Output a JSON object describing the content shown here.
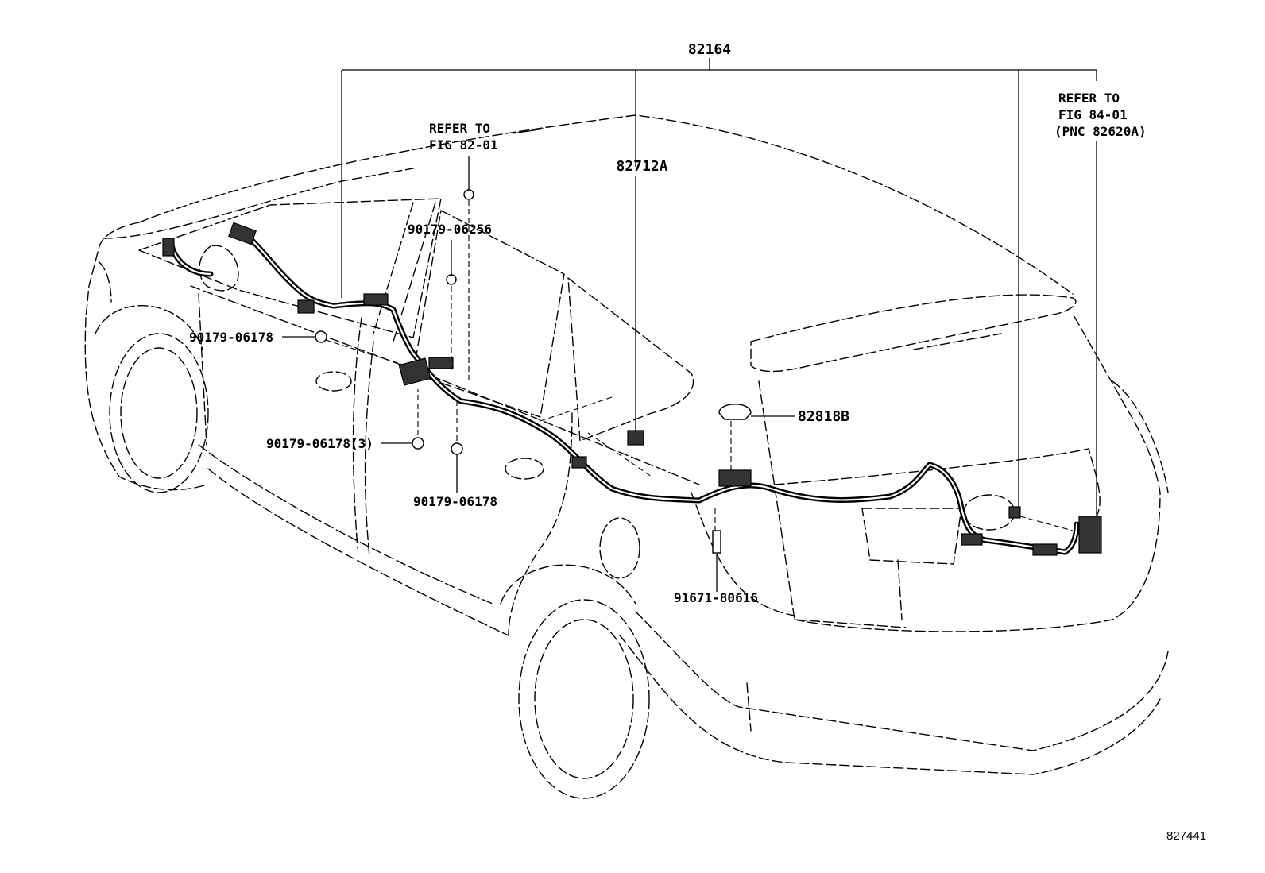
{
  "labels": {
    "harness_main": "82164",
    "refer_82_line1": "REFER TO",
    "refer_82_line2": "FIG 82-01",
    "refer_84_line1": "REFER TO",
    "refer_84_line2": "FIG 84-01",
    "refer_84_line3": "(PNC 82620A)",
    "clamp_82712a": "82712A",
    "clip_90179_06256": "90179-06256",
    "nut_90179_06178_left": "90179-06178",
    "nut_90179_06178_x3": "90179-06178(3)",
    "nut_90179_06178_lower": "90179-06178",
    "protector_82818b": "82818B",
    "bolt_91671_80616": "91671-80616",
    "illustration_id": "827441"
  }
}
